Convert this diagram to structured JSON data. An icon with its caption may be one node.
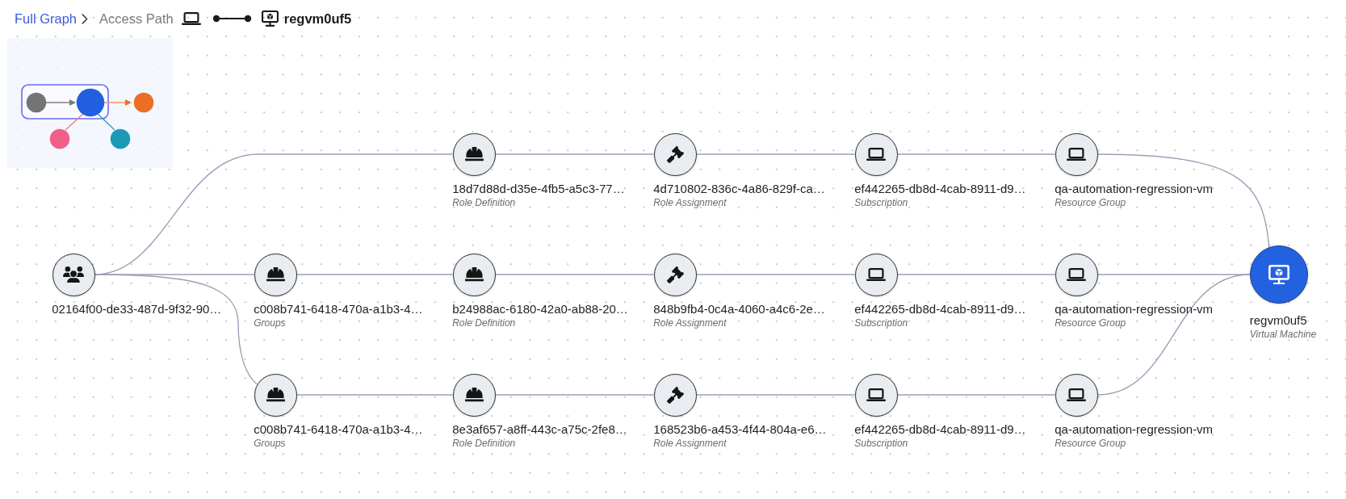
{
  "diagram": {
    "nodes": [
      {
        "text": [
          "18d7d88d-d35e-4fb5-a5c3-77…",
          "Role Definition"
        ]
      },
      {
        "text": [
          "4d710802-836c-4a86-829f-ca…",
          "Role Assignment"
        ]
      },
      {
        "text": [
          "ef442265-db8d-4cab-8911-d9…",
          "Subscription"
        ]
      },
      {
        "text": [
          "qa-automation-regression-vm",
          "Resource Group"
        ]
      },
      {
        "text": [
          "02164f00-de33-487d-9f32-90…"
        ]
      },
      {
        "text": [
          "c008b741-6418-470a-a1b3-4…",
          "Groups"
        ]
      },
      {
        "text": [
          "b24988ac-6180-42a0-ab88-20…",
          "Role Definition"
        ]
      },
      {
        "text": [
          "848b9fb4-0c4a-4060-a4c6-2e…",
          "Role Assignment"
        ]
      },
      {
        "text": [
          "ef442265-db8d-4cab-8911-d9…",
          "Subscription"
        ]
      },
      {
        "text": [
          "qa-automation-regression-vm",
          "Resource Group"
        ]
      },
      {
        "text": [
          "regvm0uf5",
          "Virtual Machine"
        ]
      },
      {
        "text": [
          "c008b741-6418-470a-a1b3-4…",
          "Groups"
        ]
      },
      {
        "text": [
          "8e3af657-a8ff-443c-a75c-2fe8…",
          "Role Definition"
        ]
      },
      {
        "text": [
          "168523b6-a453-4f44-804a-e6…",
          "Role Assignment"
        ]
      },
      {
        "text": [
          "ef442265-db8d-4cab-8911-d9…",
          "Subscription"
        ]
      },
      {
        "text": [
          "qa-automation-regression-vm",
          "Resource Group"
        ]
      }
    ],
    "edges": [
      {
        "from": 4,
        "to": 0,
        "arrow": "none"
      },
      {
        "from": 0,
        "to": 1,
        "arrow": "none"
      },
      {
        "from": 1,
        "to": 2,
        "arrow": "none"
      },
      {
        "from": 2,
        "to": 3,
        "arrow": "none"
      },
      {
        "from": 3,
        "to": 10,
        "arrow": "none"
      },
      {
        "from": 4,
        "to": 5,
        "arrow": "none"
      },
      {
        "from": 5,
        "to": 6,
        "arrow": "none"
      },
      {
        "from": 6,
        "to": 7,
        "arrow": "none"
      },
      {
        "from": 7,
        "to": 8,
        "arrow": "none"
      },
      {
        "from": 8,
        "to": 9,
        "arrow": "none"
      },
      {
        "from": 9,
        "to": 10,
        "arrow": "none"
      },
      {
        "from": 4,
        "to": 11,
        "arrow": "none"
      },
      {
        "from": 11,
        "to": 12,
        "arrow": "none"
      },
      {
        "from": 12,
        "to": 13,
        "arrow": "none"
      },
      {
        "from": 13,
        "to": 14,
        "arrow": "none"
      },
      {
        "from": 14,
        "to": 15,
        "arrow": "none"
      },
      {
        "from": 15,
        "to": 10,
        "arrow": "none"
      }
    ],
    "labels": [
      "Full Graph",
      "Access Path",
      "regvm0uf5"
    ]
  }
}
